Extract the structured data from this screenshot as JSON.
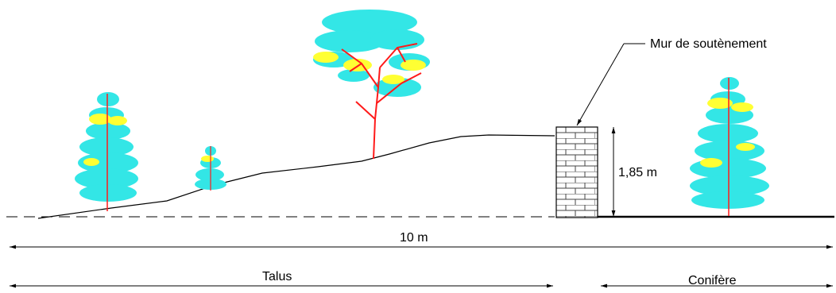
{
  "labels": {
    "wall": "Mur de soutènement",
    "height": "1,85 m",
    "total_width": "10 m",
    "slope": "Talus",
    "conifer": "Conifère"
  },
  "colors": {
    "line": "#000000",
    "foliage": "#33e6e6",
    "foliage_accent": "#ffff33",
    "trunk": "#ff1a1a",
    "brick": "#444444"
  }
}
